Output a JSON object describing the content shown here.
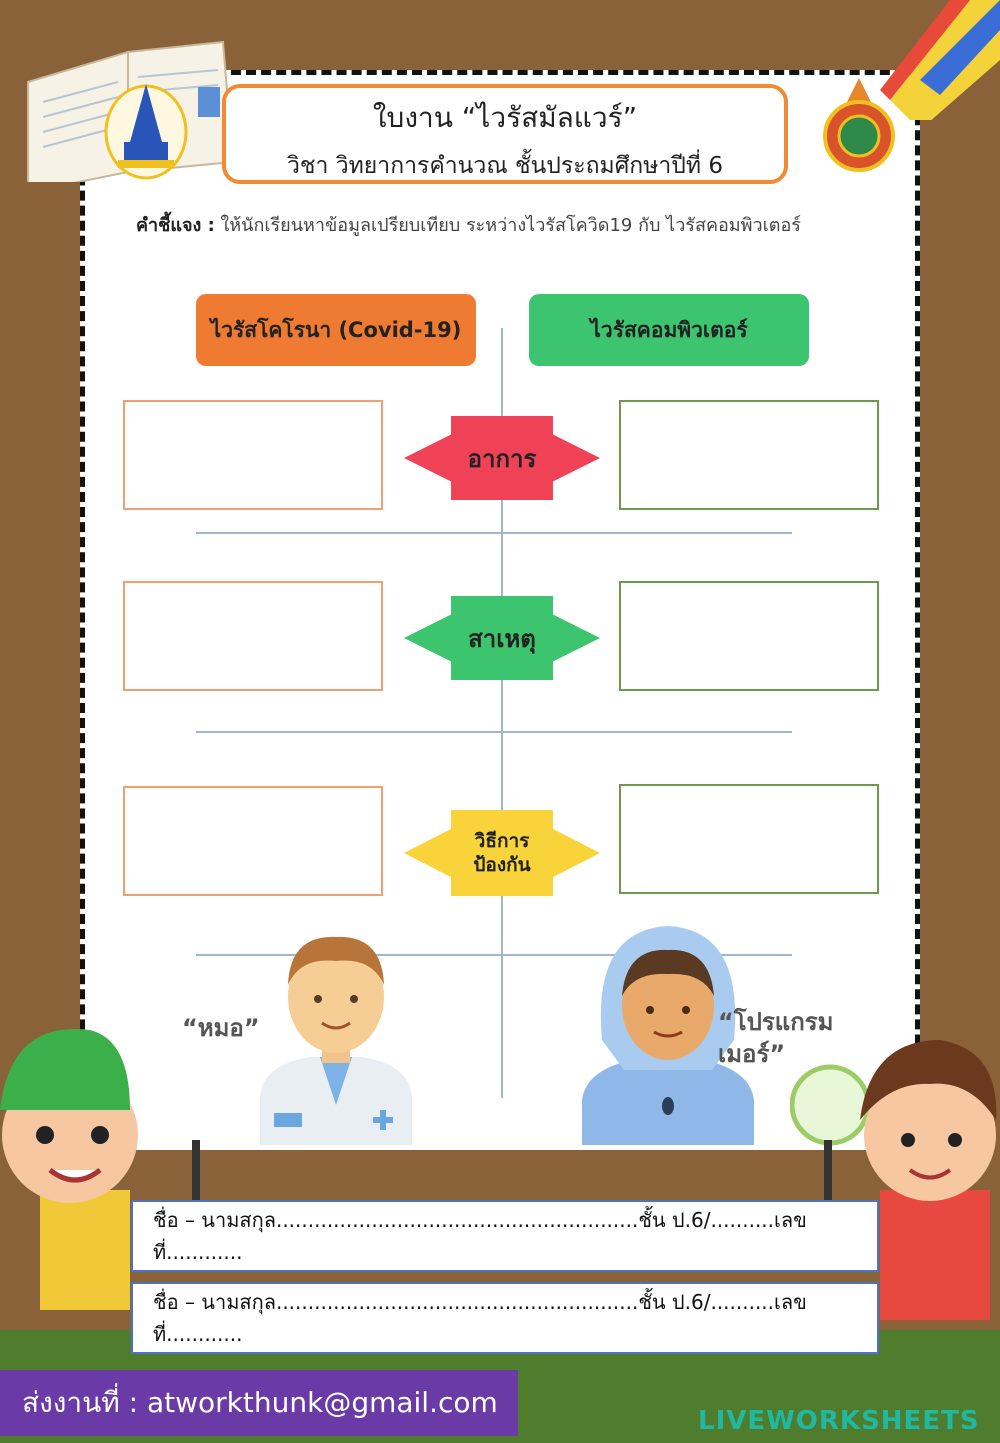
{
  "header": {
    "title": "ใบงาน “ไวรัสมัลแวร์”",
    "subtitle": "วิชา วิทยาการคำนวณ ชั้นประถมศึกษาปีที่ 6"
  },
  "instruction": {
    "label": "คำชี้แจง :",
    "text": " ให้นักเรียนหาข้อมูลเปรียบเทียบ ระหว่างไวรัสโควิด19 กับ ไวรัสคอมพิวเตอร์"
  },
  "columns": {
    "left": "ไวรัสโคโรนา (Covid-19)",
    "right": "ไวรัสคอมพิวเตอร์"
  },
  "topics": [
    {
      "label": "อาการ"
    },
    {
      "label": "สาเหตุ"
    },
    {
      "label_line1": "วิธีการ",
      "label_line2": "ป้องกัน"
    }
  ],
  "characters": {
    "doctor_caption": "“หมอ”",
    "programmer_caption_line1": "“โปรแกรม",
    "programmer_caption_line2": "เมอร์”"
  },
  "name_rows": [
    "ชื่อ – นามสกุล.........................................................ชั้น ป.6/..........เลขที่............",
    "ชื่อ – นามสกุล.........................................................ชั้น ป.6/..........เลขที่............"
  ],
  "footer": {
    "send_to": "ส่งงานที่ : atworkthunk@gmail.com",
    "brand": "LIVEWORKSHEETS"
  },
  "colors": {
    "orange": "#ef7a31",
    "green": "#3dc46f",
    "red": "#ef4256",
    "yellow": "#f8d43a",
    "purple": "#6a3aa6",
    "frame_brown": "#8a6239"
  }
}
